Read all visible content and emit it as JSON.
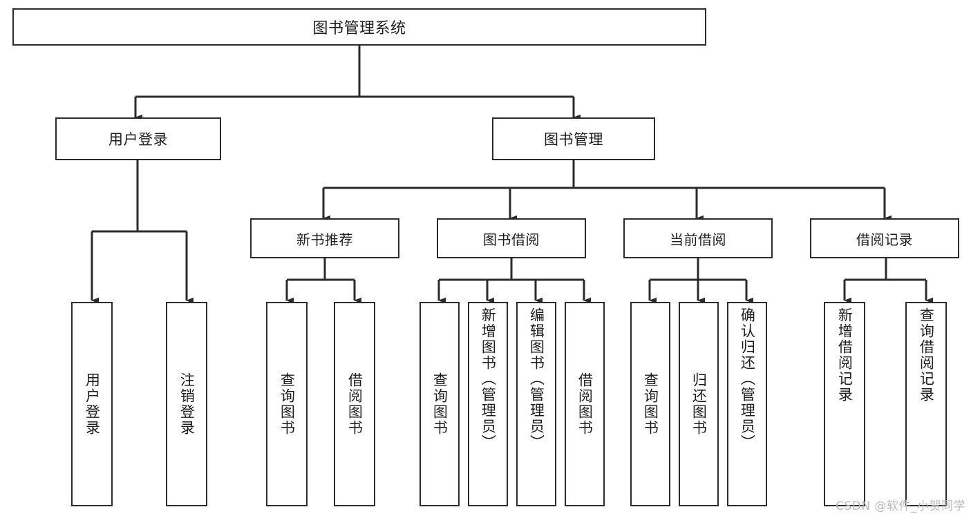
{
  "diagram": {
    "title": "图书管理系统",
    "type": "tree-hierarchy-diagram",
    "root": {
      "label": "图书管理系统"
    },
    "level1": [
      {
        "label": "用户登录"
      },
      {
        "label": "图书管理"
      }
    ],
    "level2": [
      {
        "label": "新书推荐"
      },
      {
        "label": "图书借阅"
      },
      {
        "label": "当前借阅"
      },
      {
        "label": "借阅记录"
      }
    ],
    "leaves": {
      "user_login": [
        {
          "label": "用户登录"
        },
        {
          "label": "注销登录"
        }
      ],
      "new_book": [
        {
          "label": "查询图书"
        },
        {
          "label": "借阅图书"
        }
      ],
      "book_borrow": [
        {
          "label": "查询图书"
        },
        {
          "label": "新增图书（管理员）"
        },
        {
          "label": "编辑图书（管理员）"
        },
        {
          "label": "借阅图书"
        }
      ],
      "current_borrow": [
        {
          "label": "查询图书"
        },
        {
          "label": "归还图书"
        },
        {
          "label": "确认归还（管理员）"
        }
      ],
      "borrow_record": [
        {
          "label": "新增借阅记录"
        },
        {
          "label": "查询借阅记录"
        }
      ]
    }
  },
  "watermark": {
    "text": "CSDN @软件_小贺同学"
  },
  "colors": {
    "border": "#2b2b2b",
    "background": "#ffffff",
    "text": "#1d1d1d",
    "watermark": "#b9b9b9"
  }
}
